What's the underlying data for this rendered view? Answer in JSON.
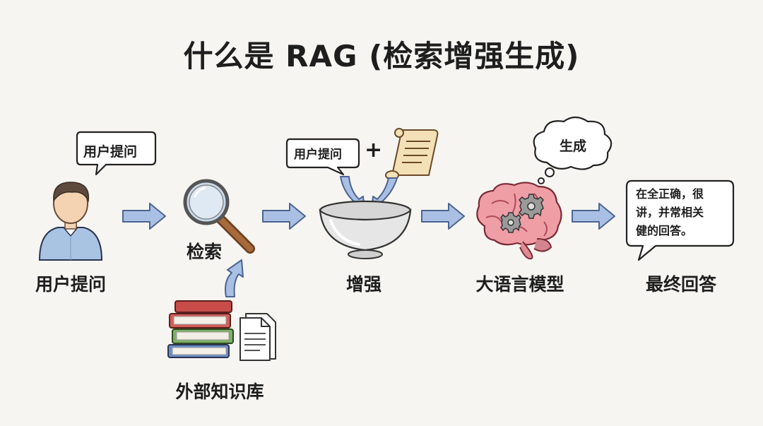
{
  "title": "什么是 RAG (检索增强生成)",
  "nodes": {
    "user_question": {
      "label": "用户提问",
      "bubble": "用户提问"
    },
    "retrieve": {
      "label": "检索"
    },
    "knowledge_base": {
      "label": "外部知识库"
    },
    "augment": {
      "label": "增强",
      "bubble": "用户提问",
      "plus": "+"
    },
    "llm": {
      "label": "大语言模型",
      "thought": "生成"
    },
    "final_answer": {
      "label": "最终回答",
      "bubble_lines": [
        "在全正确，很",
        "讲，并常相关",
        "健的回答。"
      ]
    }
  },
  "colors": {
    "arrow_fill": "#a9c0e4",
    "arrow_stroke": "#4c6490",
    "shirt": "#a9c3e3",
    "skin": "#f4d3b3",
    "hair": "#5d4a3d",
    "brain": "#ef9ea6",
    "bowl": "#e3e3e3",
    "scroll": "#f3e0b6"
  },
  "icons": [
    "person-icon",
    "magnifier-icon",
    "books-icon",
    "document-icon",
    "bowl-icon",
    "scroll-icon",
    "brain-icon",
    "gear-icon"
  ]
}
